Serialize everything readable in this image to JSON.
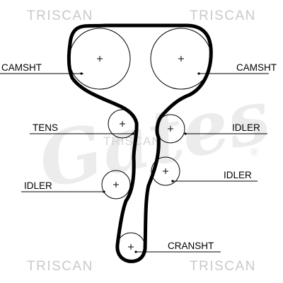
{
  "watermarks": {
    "top_left": "TRISCAN",
    "top_right": "TRISCAN",
    "center": "TRISCAN",
    "bottom_left": "TRISCAN",
    "bottom_right": "TRISCAN",
    "logo": "Gates",
    "logo_mark": "®"
  },
  "labels": {
    "camshaft_left": "CAMSHT",
    "camshaft_right": "CAMSHT",
    "tensioner": "TENS",
    "idler_right_upper": "IDLER",
    "idler_left": "IDLER",
    "idler_right_lower": "IDLER",
    "crankshaft": "CRANSHT"
  }
}
